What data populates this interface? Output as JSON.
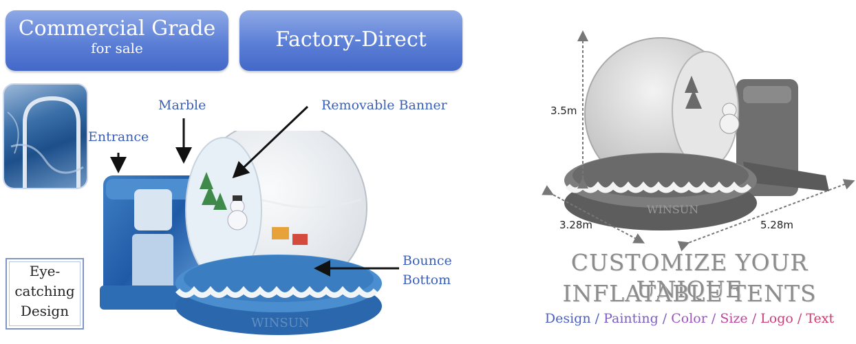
{
  "badges": {
    "commercial_title": "Commercial Grade",
    "commercial_sub": "for sale",
    "factory": "Factory-Direct"
  },
  "callouts": {
    "marble": "Marble",
    "entrance": "Entrance",
    "removable_banner": "Removable Banner",
    "bounce_line1": "Bounce",
    "bounce_line2": "Bottom"
  },
  "eye_box": {
    "line1": "Eye-",
    "line2": "catching",
    "line3": "Design"
  },
  "watermark": "WINSUN",
  "dimensions": {
    "height": "3.5m",
    "width": "3.28m",
    "length": "5.28m"
  },
  "headline": {
    "line1": "CUSTOMIZE YOUR UNIQUE",
    "line2": "INFLATABLE TENTS"
  },
  "options": {
    "o1": "Design",
    "o2": "Painting",
    "o3": "Color",
    "o4": "Size",
    "o5": "Logo",
    "o6": "Text",
    "separator": " / ",
    "colors": [
      "#4a5fc0",
      "#7b5cc4",
      "#9a55bf",
      "#b6489c",
      "#c8407a",
      "#cf3b6a"
    ]
  }
}
